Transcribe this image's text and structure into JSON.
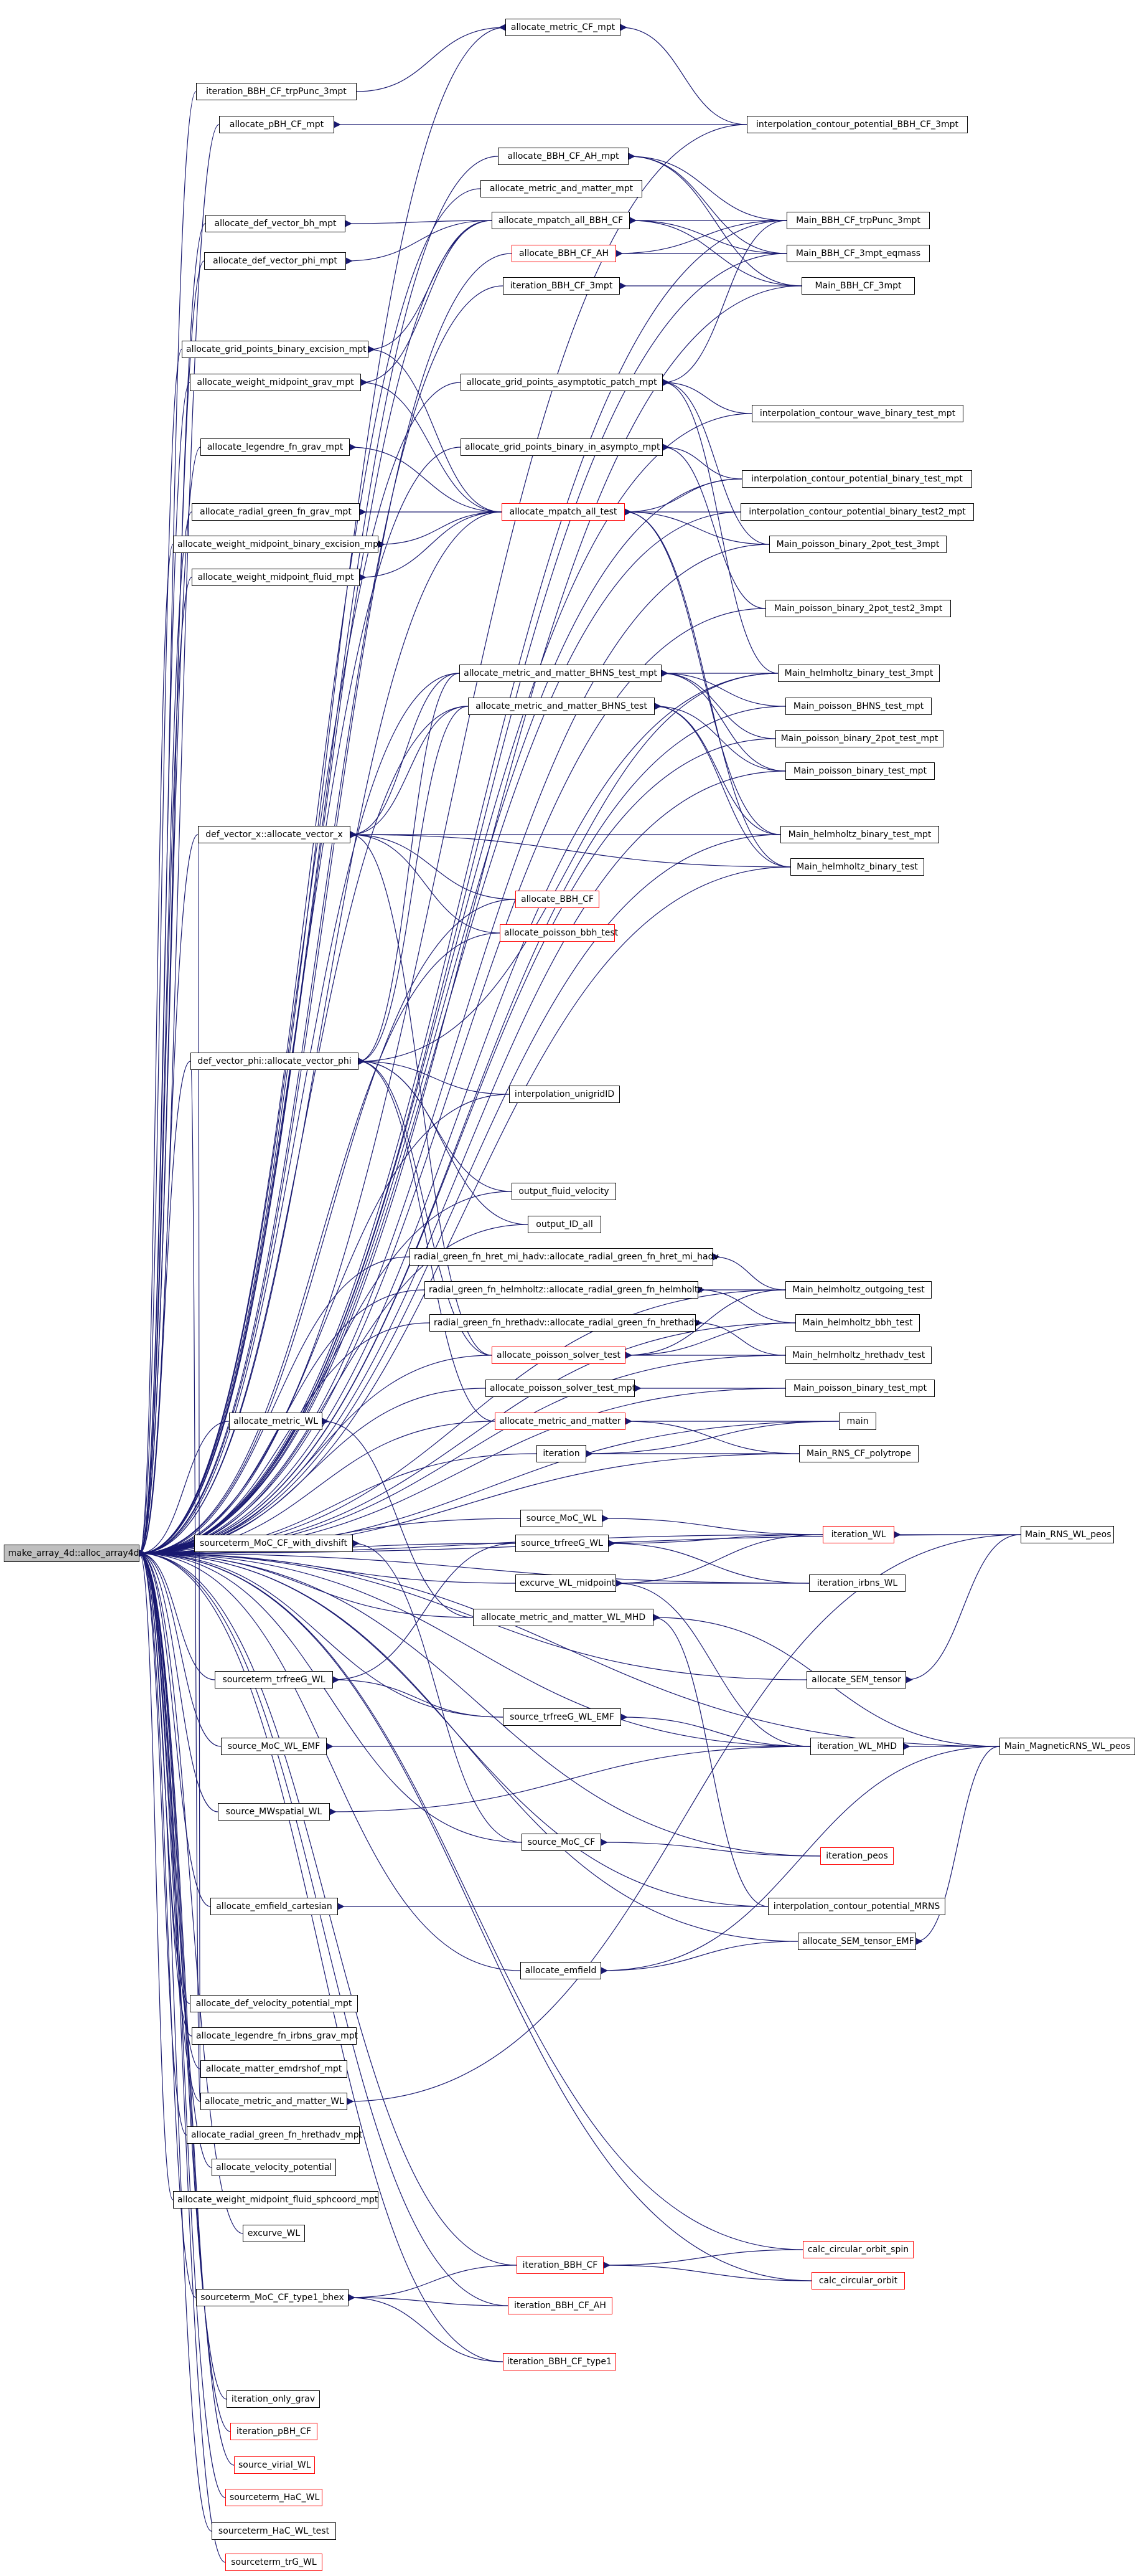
{
  "graph": {
    "root": "make_array_4d::alloc_array4d",
    "edge_color": "#191970",
    "highlight_border": "#ff0000",
    "root_fill": "#bfbfbf",
    "nodes": [
      {
        "id": "make_array_4d::alloc_array4d",
        "label": "make_array_4d::alloc_array4d",
        "root": true
      },
      {
        "id": "allocate_metric_CF_mpt",
        "label": "allocate_metric_CF_mpt"
      },
      {
        "id": "iteration_BBH_CF_trpPunc_3mpt",
        "label": "iteration_BBH_CF_trpPunc_3mpt"
      },
      {
        "id": "allocate_pBH_CF_mpt",
        "label": "allocate_pBH_CF_mpt"
      },
      {
        "id": "interpolation_contour_potential_BBH_CF_3mpt",
        "label": "interpolation_contour_potential_BBH_CF_3mpt"
      },
      {
        "id": "allocate_BBH_CF_AH_mpt",
        "label": "allocate_BBH_CF_AH_mpt"
      },
      {
        "id": "allocate_metric_and_matter_mpt",
        "label": "allocate_metric_and_matter_mpt"
      },
      {
        "id": "allocate_def_vector_bh_mpt",
        "label": "allocate_def_vector_bh_mpt"
      },
      {
        "id": "allocate_mpatch_all_BBH_CF",
        "label": "allocate_mpatch_all_BBH_CF"
      },
      {
        "id": "Main_BBH_CF_trpPunc_3mpt",
        "label": "Main_BBH_CF_trpPunc_3mpt"
      },
      {
        "id": "allocate_BBH_CF_AH",
        "label": "allocate_BBH_CF_AH",
        "red": true
      },
      {
        "id": "Main_BBH_CF_3mpt_eqmass",
        "label": "Main_BBH_CF_3mpt_eqmass"
      },
      {
        "id": "allocate_def_vector_phi_mpt",
        "label": "allocate_def_vector_phi_mpt"
      },
      {
        "id": "iteration_BBH_CF_3mpt",
        "label": "iteration_BBH_CF_3mpt"
      },
      {
        "id": "Main_BBH_CF_3mpt",
        "label": "Main_BBH_CF_3mpt"
      },
      {
        "id": "allocate_grid_points_binary_excision_mpt",
        "label": "allocate_grid_points_binary_excision_mpt"
      },
      {
        "id": "allocate_weight_midpoint_grav_mpt",
        "label": "allocate_weight_midpoint_grav_mpt"
      },
      {
        "id": "allocate_grid_points_asymptotic_patch_mpt",
        "label": "allocate_grid_points_asymptotic_patch_mpt"
      },
      {
        "id": "interpolation_contour_wave_binary_test_mpt",
        "label": "interpolation_contour_wave_binary_test_mpt"
      },
      {
        "id": "allocate_legendre_fn_grav_mpt",
        "label": "allocate_legendre_fn_grav_mpt"
      },
      {
        "id": "allocate_grid_points_binary_in_asympto_mpt",
        "label": "allocate_grid_points_binary_in_asympto_mpt"
      },
      {
        "id": "interpolation_contour_potential_binary_test_mpt",
        "label": "interpolation_contour_potential_binary_test_mpt"
      },
      {
        "id": "allocate_radial_green_fn_grav_mpt",
        "label": "allocate_radial_green_fn_grav_mpt"
      },
      {
        "id": "allocate_mpatch_all_test",
        "label": "allocate_mpatch_all_test",
        "red": true
      },
      {
        "id": "interpolation_contour_potential_binary_test2_mpt",
        "label": "interpolation_contour_potential_binary_test2_mpt"
      },
      {
        "id": "allocate_weight_midpoint_binary_excision_mpt",
        "label": "allocate_weight_midpoint_binary_excision_mpt"
      },
      {
        "id": "Main_poisson_binary_2pot_test_3mpt",
        "label": "Main_poisson_binary_2pot_test_3mpt"
      },
      {
        "id": "allocate_weight_midpoint_fluid_mpt",
        "label": "allocate_weight_midpoint_fluid_mpt"
      },
      {
        "id": "Main_poisson_binary_2pot_test2_3mpt",
        "label": "Main_poisson_binary_2pot_test2_3mpt"
      },
      {
        "id": "allocate_metric_and_matter_BHNS_test_mpt",
        "label": "allocate_metric_and_matter_BHNS_test_mpt"
      },
      {
        "id": "Main_helmholtz_binary_test_3mpt",
        "label": "Main_helmholtz_binary_test_3mpt"
      },
      {
        "id": "allocate_metric_and_matter_BHNS_test",
        "label": "allocate_metric_and_matter_BHNS_test"
      },
      {
        "id": "Main_poisson_BHNS_test_mpt",
        "label": "Main_poisson_BHNS_test_mpt"
      },
      {
        "id": "Main_poisson_binary_2pot_test_mpt",
        "label": "Main_poisson_binary_2pot_test_mpt"
      },
      {
        "id": "Main_poisson_binary_test_mpt",
        "label": "Main_poisson_binary_test_mpt"
      },
      {
        "id": "def_vector_x::allocate_vector_x",
        "label": "def_vector_x::allocate_vector_x"
      },
      {
        "id": "Main_helmholtz_binary_test_mpt",
        "label": "Main_helmholtz_binary_test_mpt"
      },
      {
        "id": "Main_helmholtz_binary_test",
        "label": "Main_helmholtz_binary_test"
      },
      {
        "id": "allocate_BBH_CF",
        "label": "allocate_BBH_CF",
        "red": true
      },
      {
        "id": "allocate_poisson_bbh_test",
        "label": "allocate_poisson_bbh_test",
        "red": true
      },
      {
        "id": "def_vector_phi::allocate_vector_phi",
        "label": "def_vector_phi::allocate_vector_phi"
      },
      {
        "id": "interpolation_unigridID",
        "label": "interpolation_unigridID"
      },
      {
        "id": "allocate_metric_and_matter_WL",
        "label": "allocate_metric_and_matter_WL",
        "red": true
      },
      {
        "id": "output_fluid_velocity",
        "label": "output_fluid_velocity"
      },
      {
        "id": "output_ID_all",
        "label": "output_ID_all"
      },
      {
        "id": "radial_green_fn_hret_mi_hadv::allocate_radial_green_fn_hret_mi_hadv",
        "label": "radial_green_fn_hret_mi_hadv::allocate_radial_green_fn_hret_mi_hadv"
      },
      {
        "id": "radial_green_fn_helmholtz::allocate_radial_green_fn_helmholtz",
        "label": "radial_green_fn_helmholtz::allocate_radial_green_fn_helmholtz"
      },
      {
        "id": "Main_helmholtz_outgoing_test",
        "label": "Main_helmholtz_outgoing_test"
      },
      {
        "id": "radial_green_fn_hrethadv::allocate_radial_green_fn_hrethadv",
        "label": "radial_green_fn_hrethadv::allocate_radial_green_fn_hrethadv"
      },
      {
        "id": "Main_helmholtz_bbh_test",
        "label": "Main_helmholtz_bbh_test"
      },
      {
        "id": "allocate_poisson_solver_test",
        "label": "allocate_poisson_solver_test",
        "red": true
      },
      {
        "id": "Main_helmholtz_hrethadv_test",
        "label": "Main_helmholtz_hrethadv_test"
      },
      {
        "id": "allocate_poisson_solver_test_mpt",
        "label": "allocate_poisson_solver_test_mpt"
      },
      {
        "id": "Main_poisson_binary_test_mpt_2",
        "label": "Main_poisson_binary_test_mpt"
      },
      {
        "id": "allocate_metric_WL",
        "label": "allocate_metric_WL"
      },
      {
        "id": "allocate_metric_and_matter",
        "label": "allocate_metric_and_matter",
        "red": true
      },
      {
        "id": "main",
        "label": "main"
      },
      {
        "id": "iteration",
        "label": "iteration"
      },
      {
        "id": "Main_RNS_CF_polytrope",
        "label": "Main_RNS_CF_polytrope"
      },
      {
        "id": "source_MoC_WL",
        "label": "source_MoC_WL"
      },
      {
        "id": "sourceterm_MoC_CF_with_divshift",
        "label": "sourceterm_MoC_CF_with_divshift"
      },
      {
        "id": "source_trfreeG_WL",
        "label": "source_trfreeG_WL"
      },
      {
        "id": "iteration_WL",
        "label": "iteration_WL",
        "red": true
      },
      {
        "id": "Main_RNS_WL_peos",
        "label": "Main_RNS_WL_peos"
      },
      {
        "id": "excurve_WL_midpoint",
        "label": "excurve_WL_midpoint"
      },
      {
        "id": "iteration_irbns_WL",
        "label": "iteration_irbns_WL"
      },
      {
        "id": "allocate_metric_and_matter_WL_MHD",
        "label": "allocate_metric_and_matter_WL_MHD"
      },
      {
        "id": "sourceterm_trfreeG_WL",
        "label": "sourceterm_trfreeG_WL"
      },
      {
        "id": "allocate_SEM_tensor",
        "label": "allocate_SEM_tensor"
      },
      {
        "id": "source_trfreeG_WL_EMF",
        "label": "source_trfreeG_WL_EMF"
      },
      {
        "id": "source_MoC_WL_EMF",
        "label": "source_MoC_WL_EMF"
      },
      {
        "id": "iteration_WL_MHD",
        "label": "iteration_WL_MHD"
      },
      {
        "id": "Main_MagneticRNS_WL_peos",
        "label": "Main_MagneticRNS_WL_peos"
      },
      {
        "id": "source_MWspatial_WL",
        "label": "source_MWspatial_WL"
      },
      {
        "id": "source_MoC_CF",
        "label": "source_MoC_CF"
      },
      {
        "id": "iteration_peos",
        "label": "iteration_peos",
        "red": true
      },
      {
        "id": "allocate_emfield_cartesian",
        "label": "allocate_emfield_cartesian"
      },
      {
        "id": "interpolation_contour_potential_MRNS",
        "label": "interpolation_contour_potential_MRNS"
      },
      {
        "id": "allocate_SEM_tensor_EMF",
        "label": "allocate_SEM_tensor_EMF"
      },
      {
        "id": "allocate_emfield",
        "label": "allocate_emfield"
      },
      {
        "id": "allocate_def_velocity_potential_mpt",
        "label": "allocate_def_velocity_potential_mpt"
      },
      {
        "id": "allocate_legendre_fn_irbns_grav_mpt",
        "label": "allocate_legendre_fn_irbns_grav_mpt"
      },
      {
        "id": "allocate_matter_emdrshof_mpt",
        "label": "allocate_matter_emdrshof_mpt"
      },
      {
        "id": "allocate_metric_and_matter_WL",
        "label": "allocate_metric_and_matter_WL"
      },
      {
        "id": "allocate_radial_green_fn_hrethadv_mpt",
        "label": "allocate_radial_green_fn_hrethadv_mpt"
      },
      {
        "id": "allocate_velocity_potential",
        "label": "allocate_velocity_potential"
      },
      {
        "id": "allocate_weight_midpoint_fluid_sphcoord_mpt",
        "label": "allocate_weight_midpoint_fluid_sphcoord_mpt"
      },
      {
        "id": "excurve_WL",
        "label": "excurve_WL"
      },
      {
        "id": "iteration_BBH_CF",
        "label": "iteration_BBH_CF",
        "red": true
      },
      {
        "id": "calc_circular_orbit_spin",
        "label": "calc_circular_orbit_spin",
        "red": true
      },
      {
        "id": "sourceterm_MoC_CF_type1_bhex",
        "label": "sourceterm_MoC_CF_type1_bhex"
      },
      {
        "id": "calc_circular_orbit",
        "label": "calc_circular_orbit",
        "red": true
      },
      {
        "id": "iteration_BBH_CF_AH",
        "label": "iteration_BBH_CF_AH",
        "red": true
      },
      {
        "id": "iteration_BBH_CF_type1",
        "label": "iteration_BBH_CF_type1",
        "red": true
      },
      {
        "id": "iteration_only_grav",
        "label": "iteration_only_grav"
      },
      {
        "id": "iteration_pBH_CF",
        "label": "iteration_pBH_CF",
        "red": true
      },
      {
        "id": "source_virial_WL",
        "label": "source_virial_WL",
        "red": true
      },
      {
        "id": "sourceterm_HaC_WL",
        "label": "sourceterm_HaC_WL",
        "red": true
      },
      {
        "id": "sourceterm_HaC_WL_test",
        "label": "sourceterm_HaC_WL_test"
      },
      {
        "id": "sourceterm_trG_WL",
        "label": "sourceterm_trG_WL",
        "red": true
      }
    ]
  }
}
